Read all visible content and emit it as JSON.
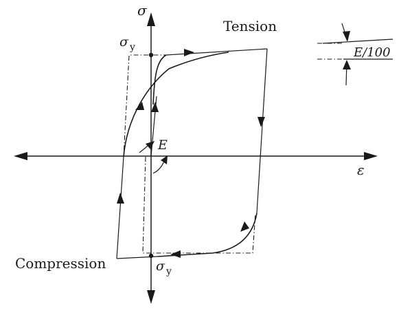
{
  "labels": {
    "sigma_axis": "σ",
    "epsilon_axis": "ε",
    "sigma_y_top": "σ",
    "sigma_y_top_sub": "y",
    "sigma_y_bottom": "σ",
    "sigma_y_bottom_sub": "y",
    "tension": "Tension",
    "compression": "Compression",
    "modulus": "E",
    "hardening_slope": "E/100"
  }
}
